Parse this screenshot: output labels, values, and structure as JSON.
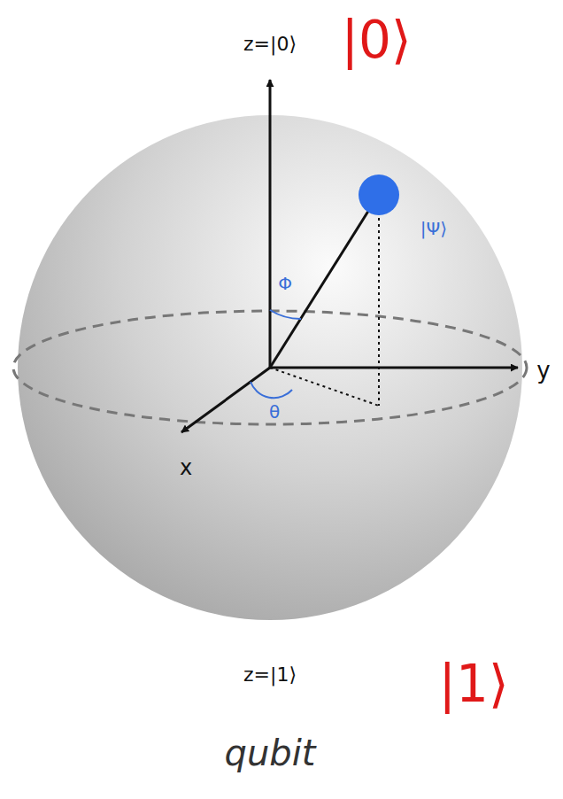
{
  "diagram": {
    "caption": "qubit",
    "labels": [
      "z=|0⟩",
      "|0⟩",
      "|Ψ⟩",
      "Φ",
      "θ",
      "x",
      "y",
      "z=|1⟩",
      "|1⟩"
    ]
  }
}
